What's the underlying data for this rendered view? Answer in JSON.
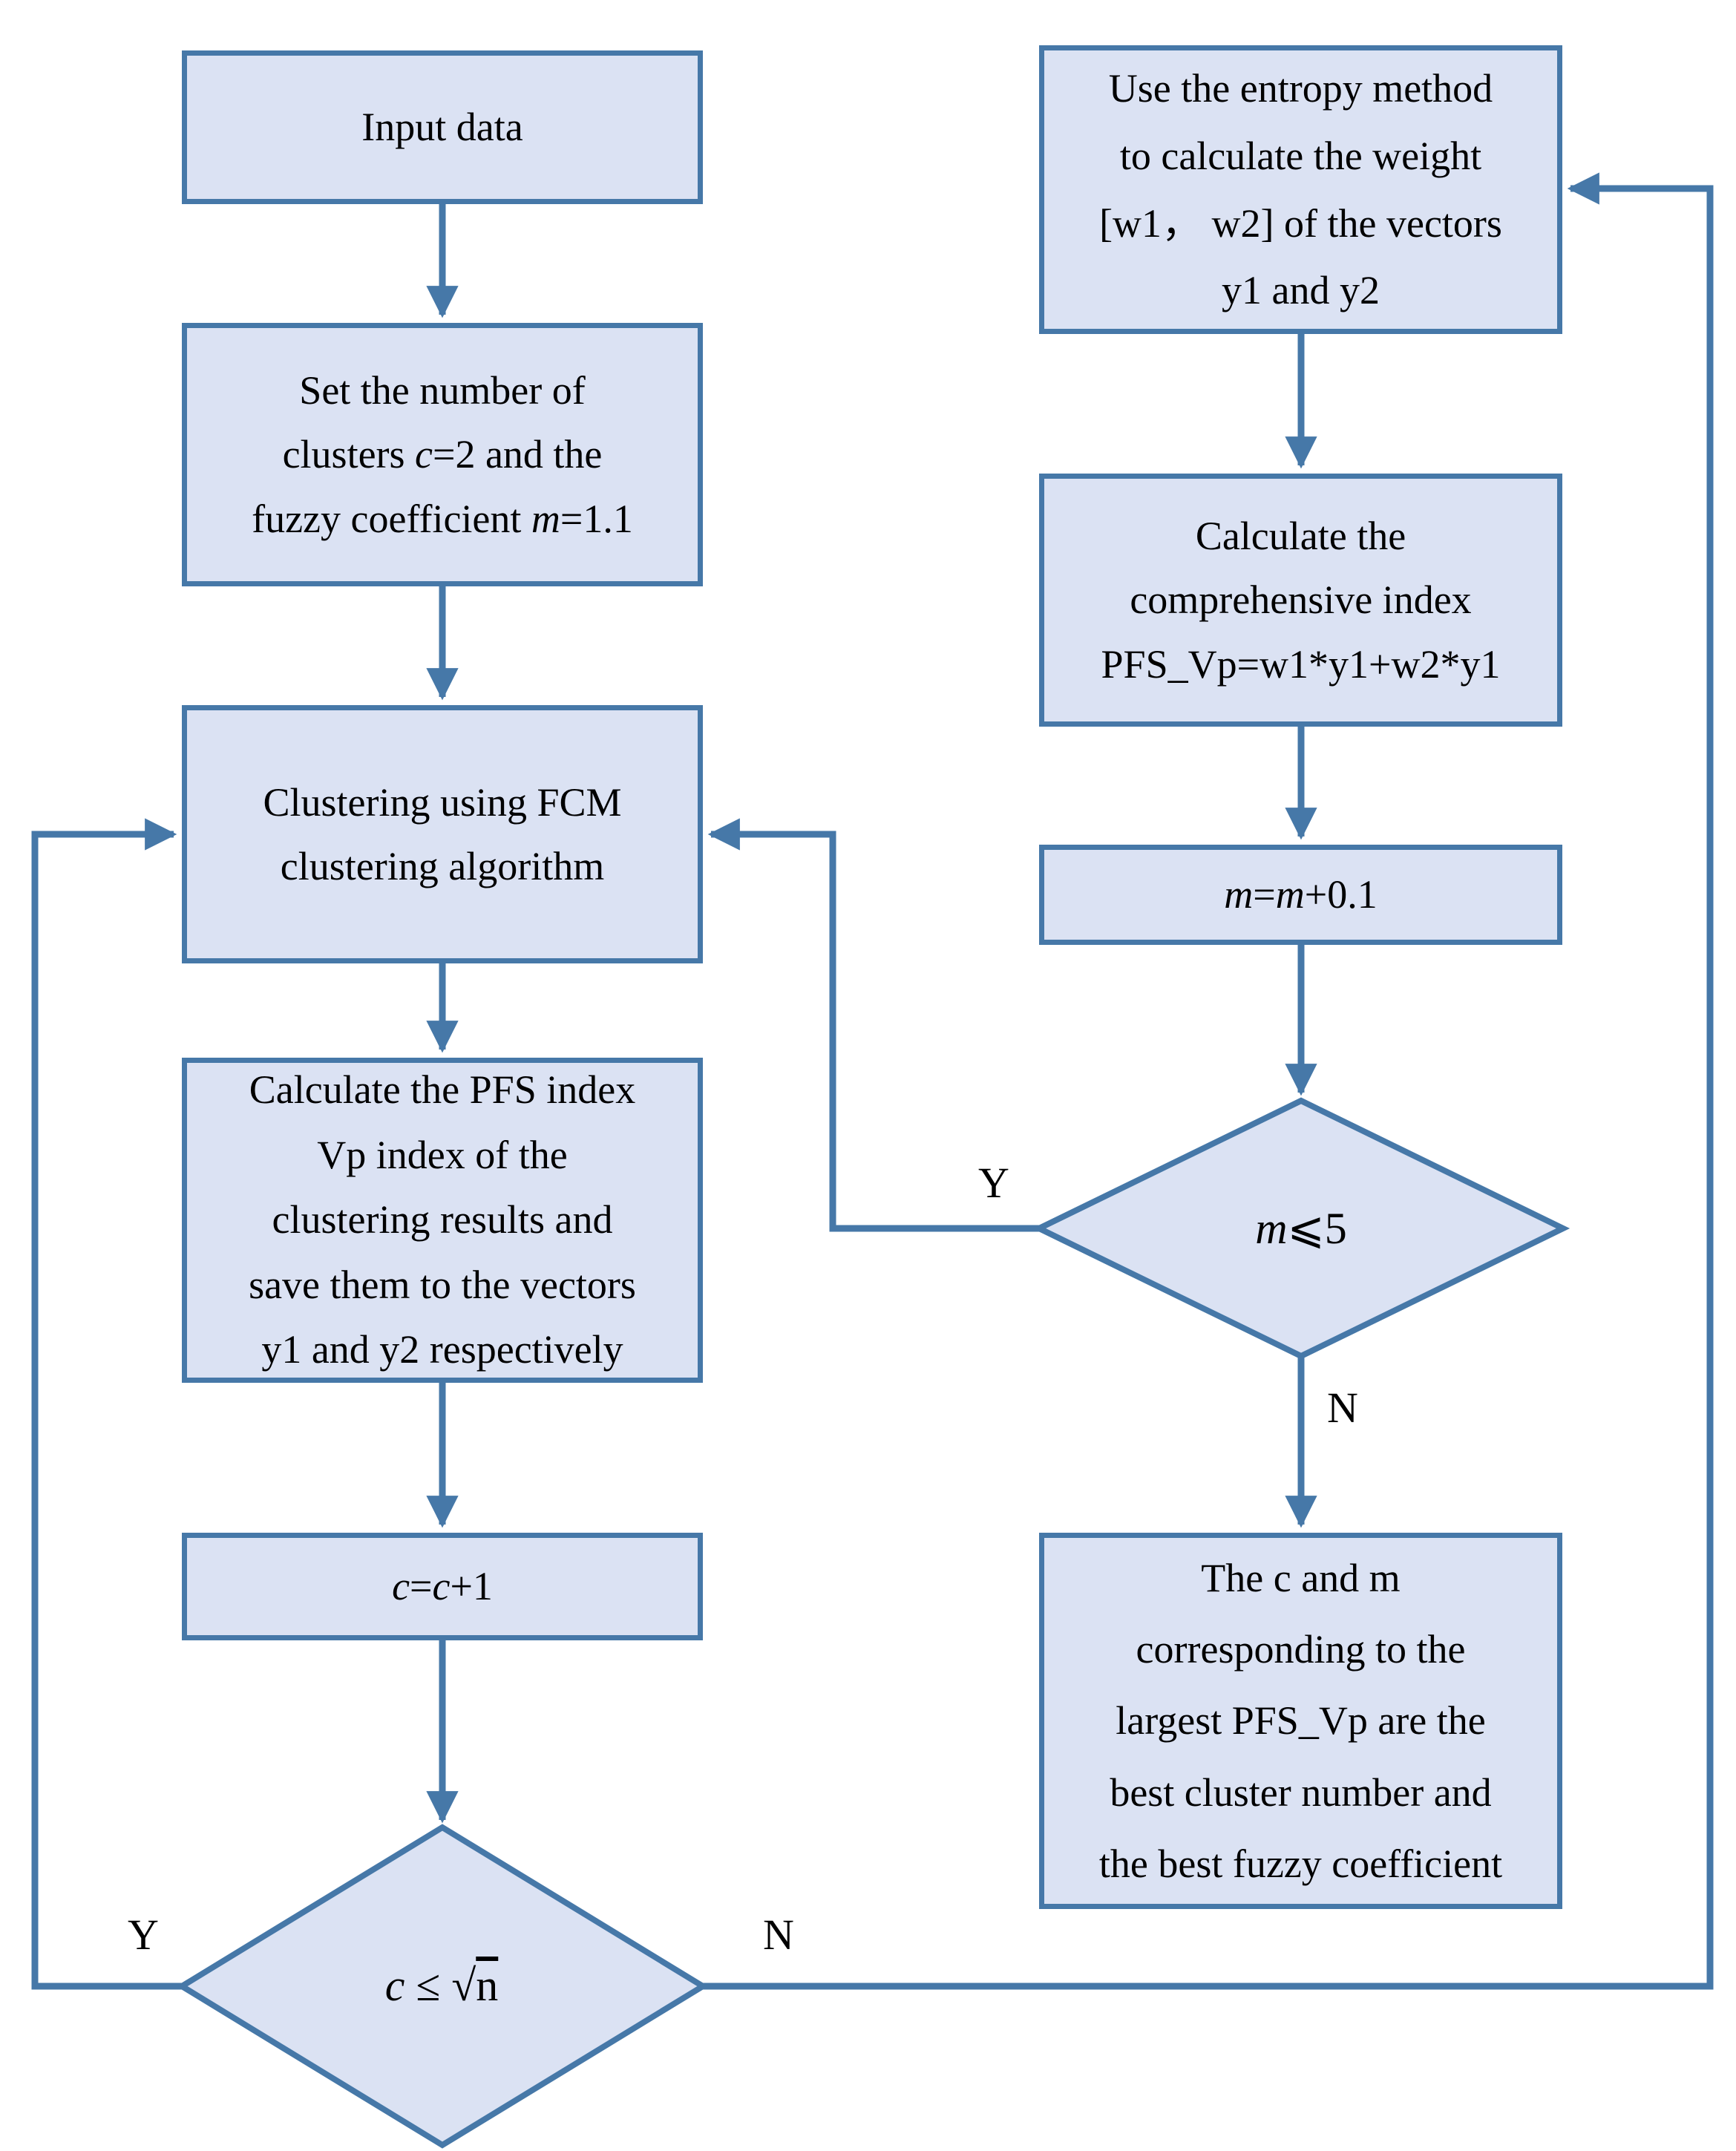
{
  "colors": {
    "stroke": "#4678a8",
    "fill": "#dbe2f3",
    "text": "#000000",
    "background": "#ffffff"
  },
  "labels": {
    "yes": "Y",
    "no": "N"
  },
  "nodes": {
    "input_data": {
      "lines": [
        [
          "Input data"
        ]
      ]
    },
    "set_params": {
      "lines": [
        [
          "Set the number of"
        ],
        [
          "clusters ",
          {
            "t": "c",
            "style": "italic"
          },
          "=2 and the"
        ],
        [
          "fuzzy coefficient ",
          {
            "t": "m",
            "style": "italic"
          },
          "=1.1"
        ]
      ]
    },
    "fcm": {
      "lines": [
        [
          "Clustering using FCM"
        ],
        [
          "clustering algorithm"
        ]
      ]
    },
    "calc_pfs": {
      "lines": [
        [
          "Calculate the PFS index"
        ],
        [
          "Vp index of the"
        ],
        [
          "clustering results and"
        ],
        [
          "save them to the vectors"
        ],
        [
          "y1 and y2 respectively"
        ]
      ]
    },
    "c_increment": {
      "lines": [
        [
          {
            "t": "c",
            "style": "italic"
          },
          "=",
          {
            "t": "c",
            "style": "italic"
          },
          "+1"
        ]
      ]
    },
    "c_sqrt_check": {
      "lines": [
        [
          {
            "t": "c",
            "style": "italic"
          },
          " ≤ √",
          {
            "t": "n",
            "style": "overline"
          }
        ]
      ]
    },
    "entropy": {
      "lines": [
        [
          "Use the entropy method"
        ],
        [
          "to calculate the weight"
        ],
        [
          "[w1， w2] of the vectors"
        ],
        [
          "y1 and y2"
        ]
      ]
    },
    "comp_index": {
      "lines": [
        [
          "Calculate the"
        ],
        [
          "comprehensive index"
        ],
        [
          "PFS_Vp=w1*y1+w2*y1"
        ]
      ]
    },
    "m_increment": {
      "lines": [
        [
          {
            "t": "m",
            "style": "italic"
          },
          "=",
          {
            "t": "m",
            "style": "italic"
          },
          "+0.1"
        ]
      ]
    },
    "m_check": {
      "lines": [
        [
          {
            "t": "m",
            "style": "italic"
          },
          "⩽5"
        ]
      ]
    },
    "result": {
      "lines": [
        [
          "The c and m"
        ],
        [
          "corresponding to the"
        ],
        [
          "largest PFS_Vp are the"
        ],
        [
          "best cluster number and"
        ],
        [
          "the best fuzzy coefficient"
        ]
      ]
    }
  }
}
